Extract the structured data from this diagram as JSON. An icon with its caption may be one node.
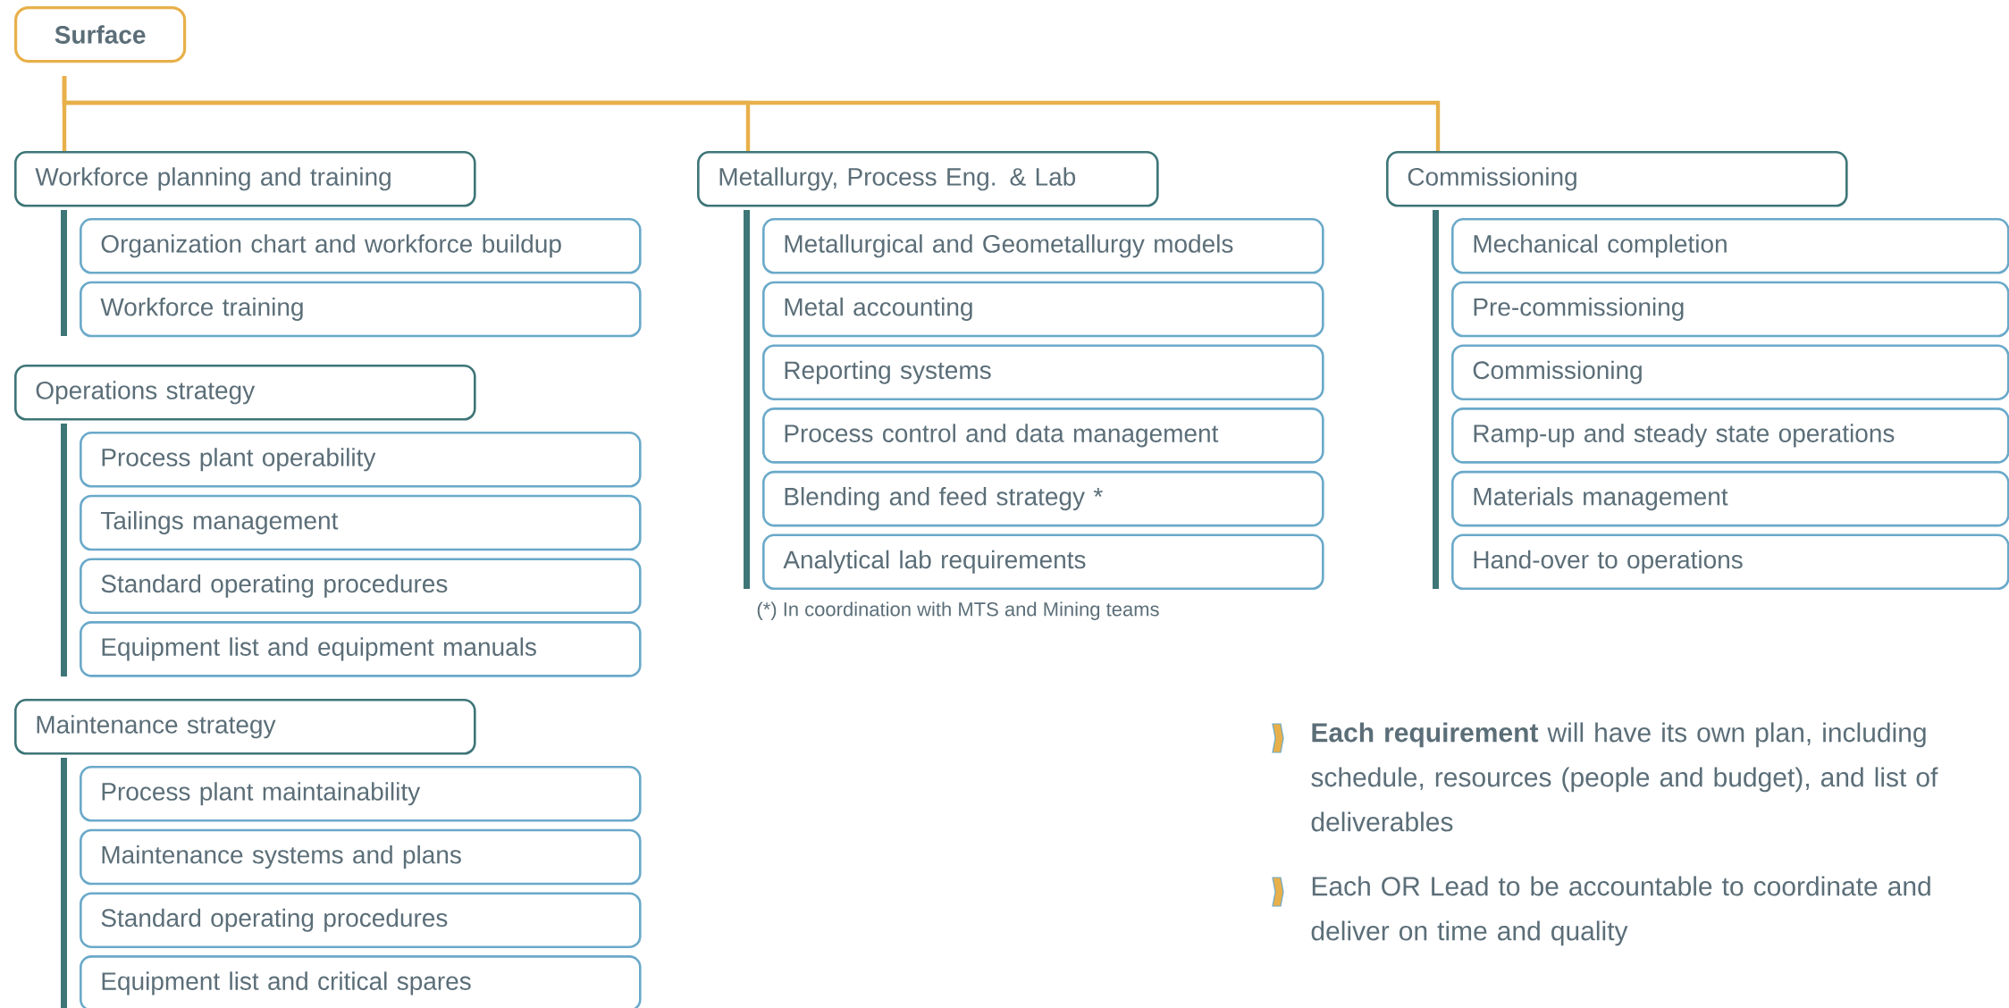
{
  "diagram": {
    "nodes": [
      {
        "text": [
          "Surface"
        ]
      },
      {
        "text": [
          "Workforce planning and training"
        ]
      },
      {
        "text": [
          "Organization chart and workforce buildup"
        ]
      },
      {
        "text": [
          "Workforce training"
        ]
      },
      {
        "text": [
          "Operations strategy"
        ]
      },
      {
        "text": [
          "Process plant operability"
        ]
      },
      {
        "text": [
          "Tailings management"
        ]
      },
      {
        "text": [
          "Standard operating procedures"
        ]
      },
      {
        "text": [
          "Equipment list and equipment manuals"
        ]
      },
      {
        "text": [
          "Maintenance strategy"
        ]
      },
      {
        "text": [
          "Process plant maintainability"
        ]
      },
      {
        "text": [
          "Maintenance systems and plans"
        ]
      },
      {
        "text": [
          "Standard operating procedures"
        ]
      },
      {
        "text": [
          "Equipment list and critical spares"
        ]
      },
      {
        "text": [
          "Metallurgy, Process Eng. & Lab"
        ]
      },
      {
        "text": [
          "Metallurgical and Geometallurgy models"
        ]
      },
      {
        "text": [
          "Metal accounting"
        ]
      },
      {
        "text": [
          "Reporting systems"
        ]
      },
      {
        "text": [
          "Process control and data management"
        ]
      },
      {
        "text": [
          "Blending and feed strategy *"
        ]
      },
      {
        "text": [
          "Analytical lab requirements"
        ]
      },
      {
        "text": [
          "Commissioning"
        ]
      },
      {
        "text": [
          "Mechanical completion"
        ]
      },
      {
        "text": [
          "Pre-commissioning"
        ]
      },
      {
        "text": [
          "Commissioning"
        ]
      },
      {
        "text": [
          "Ramp-up and steady state operations"
        ]
      },
      {
        "text": [
          "Materials management"
        ]
      },
      {
        "text": [
          "Hand-over to operations"
        ]
      }
    ],
    "edges": [
      {
        "from": 0,
        "to": 1,
        "arrow": "none"
      },
      {
        "from": 0,
        "to": 14,
        "arrow": "none"
      },
      {
        "from": 0,
        "to": 21,
        "arrow": "none"
      }
    ],
    "labels": [
      "(*) In coordination with MTS and Mining teams",
      "**Each requirement** will have its own plan, including schedule, resources (people and budget), and list of deliverables",
      "Each OR Lead to be accountable to coordinate and deliver on time and quality"
    ]
  }
}
